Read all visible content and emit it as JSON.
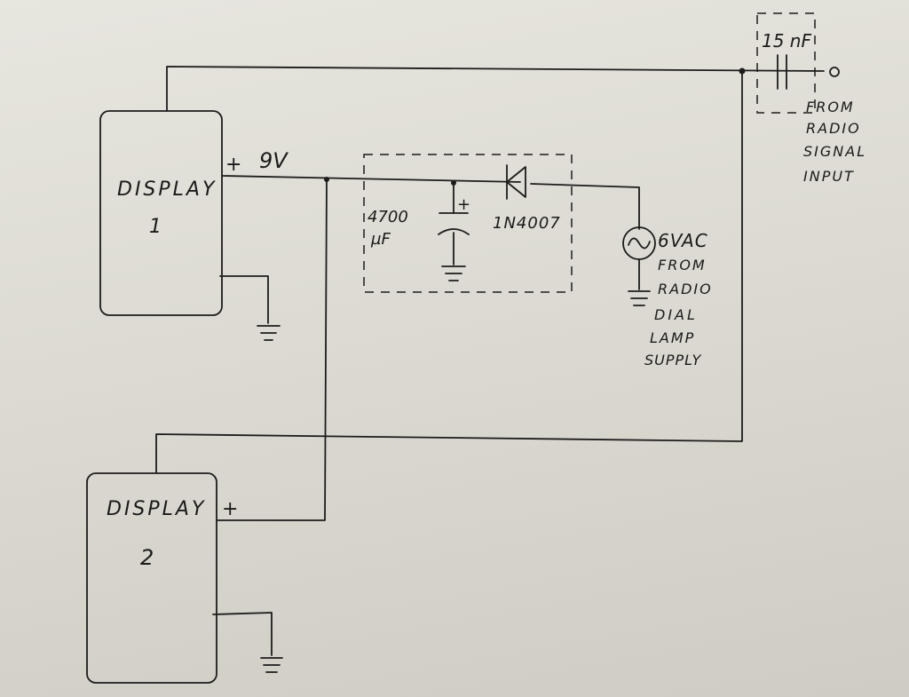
{
  "display1": {
    "label": "DISPLAY",
    "number": "1"
  },
  "display2": {
    "label": "DISPLAY",
    "number": "2"
  },
  "supply": {
    "plus": "+",
    "voltage": "9V"
  },
  "display2_plus": "+",
  "capacitor_main": {
    "value": "4700",
    "unit": "µF",
    "plus": "+"
  },
  "diode": {
    "part": "1N4007"
  },
  "ac_source": {
    "value": "6VAC",
    "desc_lines": [
      "FROM",
      "RADIO",
      "DIAL",
      "LAMP",
      "SUPPLY"
    ]
  },
  "coupling_cap": {
    "value": "15 nF"
  },
  "signal_input": {
    "lines": [
      "FROM",
      "RADIO",
      "SIGNAL",
      "INPUT"
    ]
  }
}
